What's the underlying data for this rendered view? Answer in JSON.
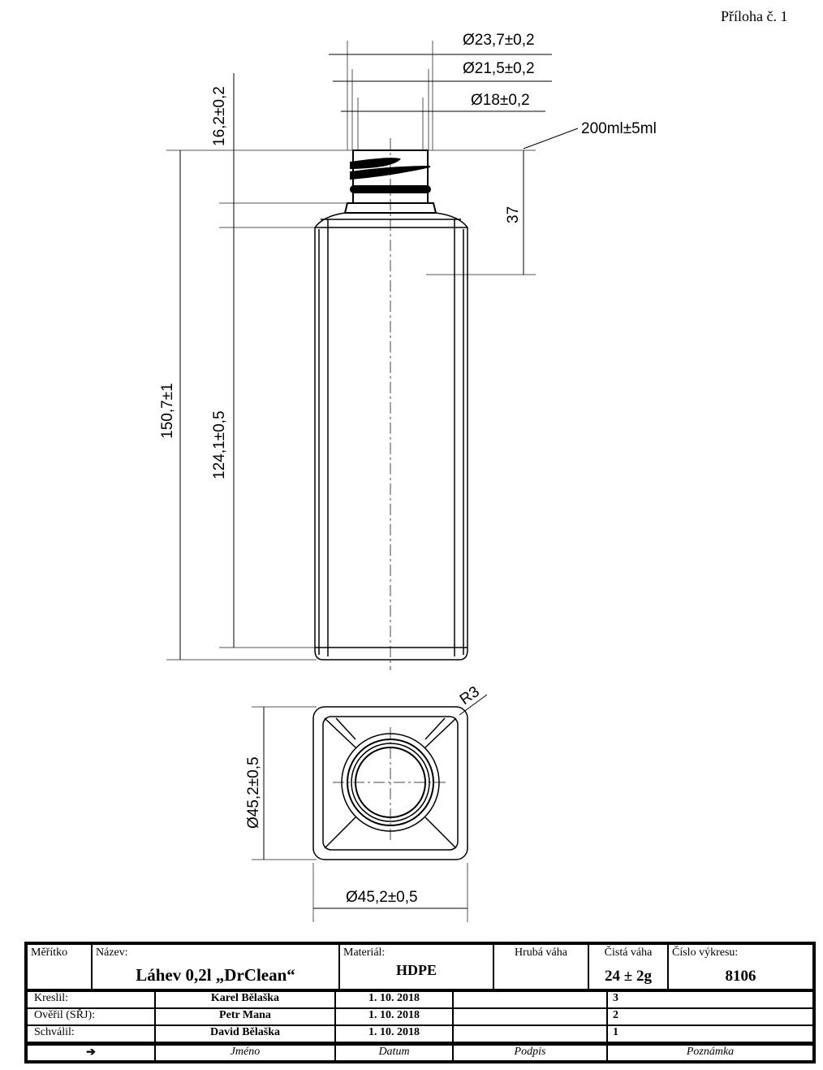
{
  "annex_label": "Příloha č. 1",
  "dimensions": {
    "neck_outer": "Ø23,7±0,2",
    "neck_thread": "Ø21,5±0,2",
    "neck_inner": "Ø18±0,2",
    "neck_height": "16,2±0,2",
    "total_height": "150,7±1",
    "body_height": "124,1±0,5",
    "fill_level": "37",
    "volume": "200ml±5ml",
    "width_vertical": "Ø45,2±0,5",
    "width_horizontal": "Ø45,2±0,5",
    "corner_radius": "R3"
  },
  "title_block": {
    "scale_label": "Měřítko",
    "name_label": "Název:",
    "name_value": "Láhev 0,2l „DrClean“",
    "material_label": "Materiál:",
    "material_value": "HDPE",
    "gross_weight_label": "Hrubá váha",
    "net_weight_label": "Čistá váha",
    "net_weight_value": "24 ± 2g",
    "drawing_no_label": "Číslo výkresu:",
    "drawing_no_value": "8106",
    "rows": [
      {
        "role": "Kreslil:",
        "name": "Karel Bělaška",
        "date": "1. 10. 2018",
        "signature": "",
        "note": "3"
      },
      {
        "role": "Ověřil (SŘJ):",
        "name": "Petr Mana",
        "date": "1. 10. 2018",
        "signature": "",
        "note": "2"
      },
      {
        "role": "Schválil:",
        "name": "David Bělaška",
        "date": "1. 10. 2018",
        "signature": "",
        "note": "1"
      }
    ],
    "footer": {
      "arrow": "➔",
      "name": "Jméno",
      "date": "Datum",
      "signature": "Podpis",
      "note": "Poznámka"
    }
  }
}
